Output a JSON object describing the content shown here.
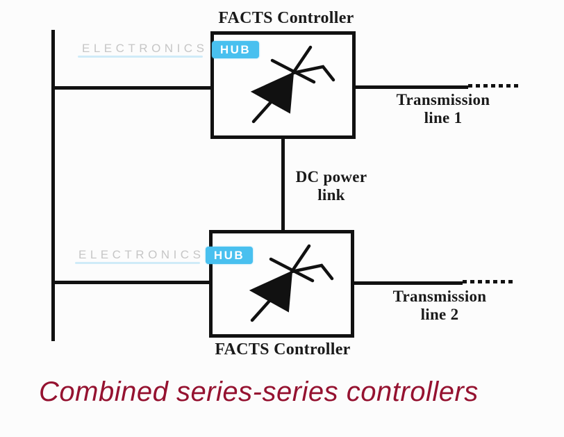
{
  "diagram": {
    "controller_top": {
      "label": "FACTS Controller"
    },
    "controller_bottom": {
      "label": "FACTS Controller"
    },
    "dc_link": {
      "line1": "DC power",
      "line2": "link"
    },
    "transmission1": {
      "line1": "Transmission",
      "line2": "line 1"
    },
    "transmission2": {
      "line1": "Transmission",
      "line2": "line 2"
    },
    "caption": "Combined series-series controllers"
  },
  "watermark": {
    "text": "ELECTRONICS",
    "badge": "HUB"
  },
  "icons": {
    "thyristor": "thyristor-scr-symbol"
  },
  "colors": {
    "line": "#111111",
    "caption": "#951230",
    "watermark_text": "#c6c6c6",
    "watermark_badge_bg": "#49c0ef",
    "watermark_badge_text": "#ffffff",
    "background": "#fcfcfc"
  }
}
